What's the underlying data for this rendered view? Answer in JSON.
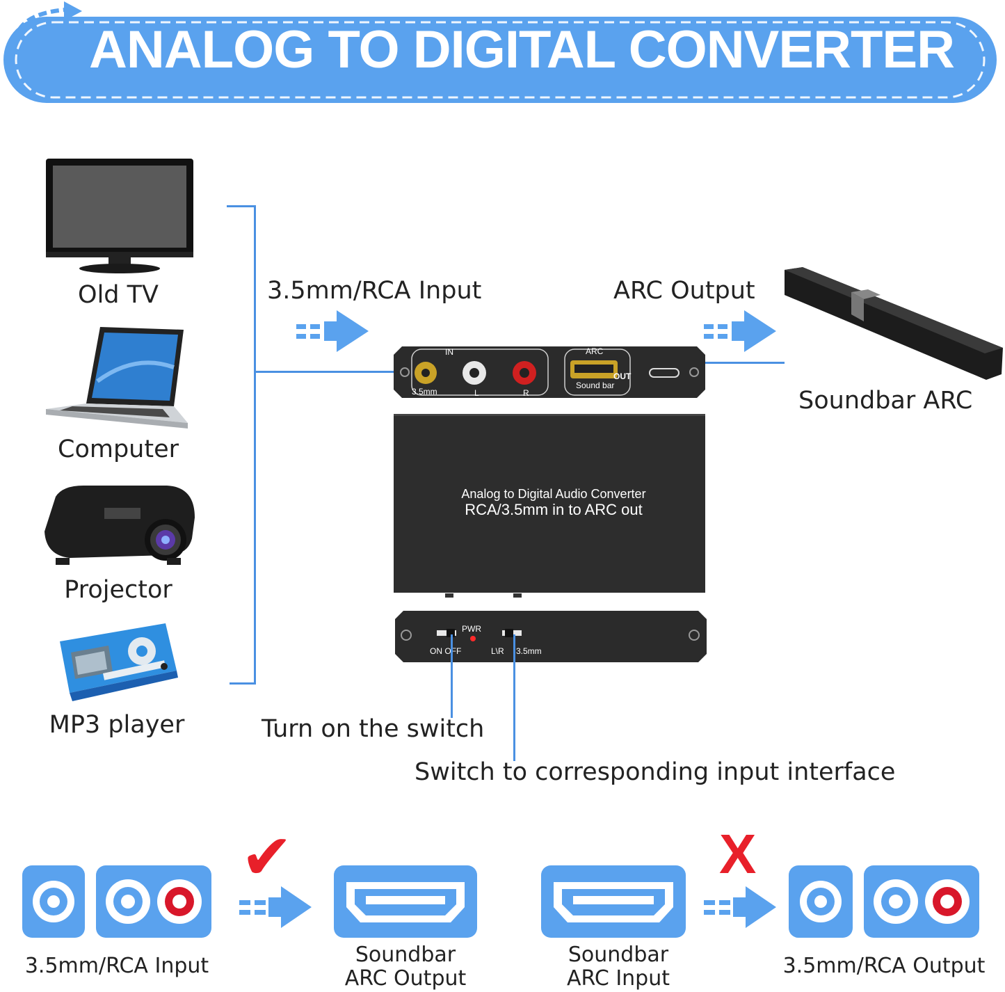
{
  "header": {
    "title": "ANALOG TO DIGITAL CONVERTER"
  },
  "sources": [
    {
      "label": "Old TV",
      "icon": "tv-icon"
    },
    {
      "label": "Computer",
      "icon": "laptop-icon"
    },
    {
      "label": "Projector",
      "icon": "projector-icon"
    },
    {
      "label": "MP3 player",
      "icon": "mp3-player-icon"
    }
  ],
  "flow": {
    "input_label": "3.5mm/RCA Input",
    "output_label": "ARC Output",
    "soundbar_label": "Soundbar ARC"
  },
  "device": {
    "port_in": "IN",
    "port_35": "3.5mm",
    "port_l": "L",
    "port_r": "R",
    "port_arc": "ARC",
    "port_out": "OUT",
    "port_soundbar": "Sound bar",
    "top_line1": "Analog to Digital Audio Converter",
    "top_line2": "RCA/3.5mm in to ARC out",
    "pwr": "PWR",
    "onoff": "ON OFF",
    "lr": "L\\R",
    "mm": "3.5mm"
  },
  "callouts": {
    "switch_on": "Turn on the switch",
    "switch_input": "Switch to corresponding input interface"
  },
  "bottom": {
    "valid": {
      "from": "3.5mm/RCA Input",
      "to_line1": "Soundbar",
      "to_line2": "ARC Output",
      "mark": "✔"
    },
    "invalid": {
      "from_line1": "Soundbar",
      "from_line2": "ARC Input",
      "to": "3.5mm/RCA Output",
      "mark": "X"
    }
  },
  "colors": {
    "accent": "#5aa2ee",
    "line": "#4a90e2",
    "check": "#e8202a",
    "device": "#2b2b2b"
  }
}
